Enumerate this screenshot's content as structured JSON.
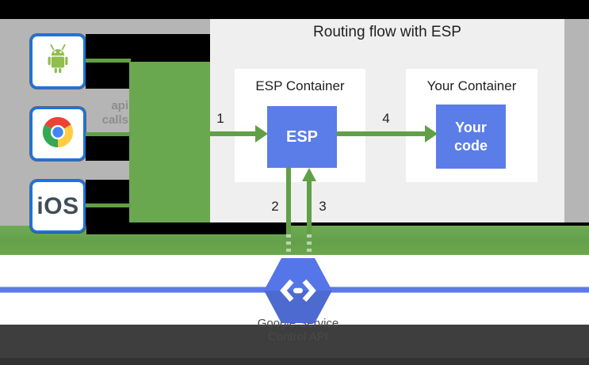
{
  "title": "Routing flow with ESP",
  "clients": {
    "android": {
      "icon": "android-icon"
    },
    "chrome": {
      "icon": "chrome-icon"
    },
    "ios": {
      "label": "iOS"
    }
  },
  "calls_label": {
    "line1": "api",
    "line2": "calls"
  },
  "esp_container": {
    "title": "ESP Container",
    "box_label": "ESP"
  },
  "your_container": {
    "title": "Your Container",
    "box_line1": "Your",
    "box_line2": "code"
  },
  "steps": {
    "s1": "1",
    "s2": "2",
    "s3": "3",
    "s4": "4"
  },
  "service": {
    "line1": "Google Service",
    "line2": "Control API"
  },
  "colors": {
    "green_bar": "#6aa84f",
    "arrow_green": "#61a046",
    "box_blue": "#5a7de8",
    "hexagon_blue": "#5576e8",
    "client_border_blue": "#1a73e8",
    "panel_gray": "#efefef",
    "side_gray": "#b5b5b5",
    "rule_blue": "#5b79ea",
    "footer_dark": "#3e3e3e",
    "title_text": "#212121",
    "service_text": "#4a4a4a",
    "calls_text": "#8d8d8d"
  }
}
